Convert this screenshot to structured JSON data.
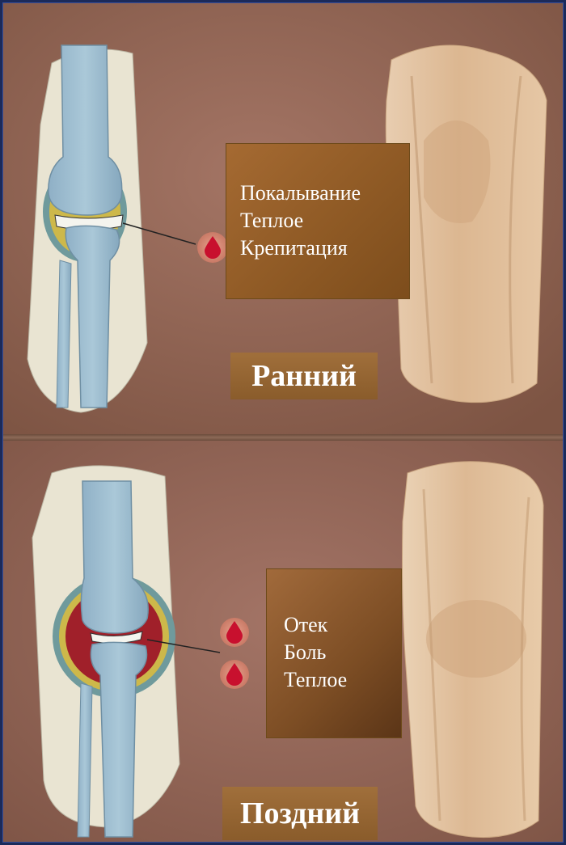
{
  "panels": [
    {
      "stage_label": "Ранний",
      "symptoms": [
        "Покалывание",
        "Теплое",
        "Крепитация"
      ],
      "blood_drop_icons": 1
    },
    {
      "stage_label": "Поздний",
      "symptoms": [
        "Отек",
        "Боль",
        "Теплое"
      ],
      "blood_drop_icons": 2
    }
  ],
  "colors": {
    "background": "#8b5e4c",
    "frame": "#1b2a5a",
    "bone": "#9fbfd2",
    "skin_cutaway": "#e9e4d2",
    "knee_exterior": "#d9b48e",
    "label_box": "#9c6530",
    "blood_drop": "#c8102e",
    "inflamed_synovium": "#a0202a"
  }
}
